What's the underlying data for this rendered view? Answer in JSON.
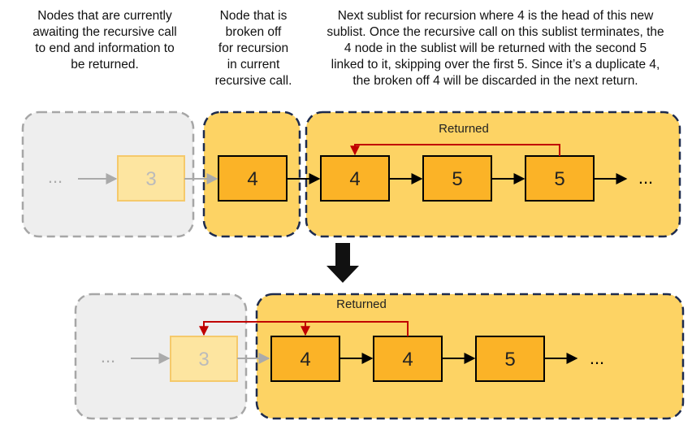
{
  "captions": {
    "waiting": [
      "Nodes that are currently",
      "awaiting the recursive call",
      "to end and information to",
      "be returned."
    ],
    "broken": [
      "Node that is",
      "broken off",
      "for recursion",
      "in current",
      "recursive call."
    ],
    "next": [
      "Next sublist for recursion where 4 is the head of this new",
      "sublist. Once the recursive call on this sublist terminates, the",
      "4 node in the sublist will be returned with the second 5",
      "linked to it, skipping over the first 5. Since it’s a duplicate 4,",
      "the broken off 4 will be discarded in the next return."
    ]
  },
  "top_row": {
    "ellipsis_left": "...",
    "waiting_node": "3",
    "broken_node": "4",
    "sublist_nodes": [
      "4",
      "5",
      "5"
    ],
    "ellipsis_right": "...",
    "returned_label": "Returned"
  },
  "bottom_row": {
    "ellipsis_left": "...",
    "waiting_node": "3",
    "sublist_nodes": [
      "4",
      "4",
      "5"
    ],
    "ellipsis_right": "...",
    "returned_label": "Returned"
  },
  "colors": {
    "gray_region": "#eeeeee",
    "gray_dash": "#a6a6a6",
    "yellow_region": "#fdd364",
    "navy_dash": "#1d2b4f",
    "node_fill": "#fbb327",
    "faded_node_fill": "#fde5a0",
    "faded_node_border": "#f5c96b",
    "red_arrow": "#c00000",
    "gray_arrow": "#aaaaaa"
  }
}
